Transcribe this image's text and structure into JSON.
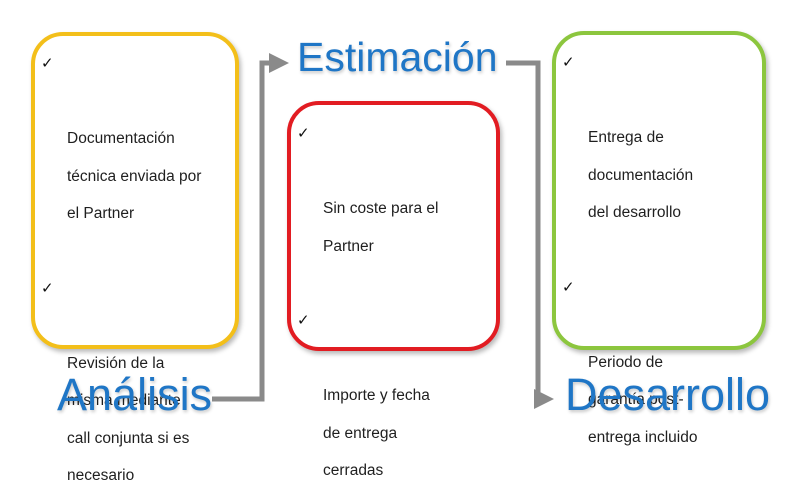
{
  "colors": {
    "stage_text": "#1f76c6",
    "analysis_border": "#f3bf1a",
    "estimation_border": "#e21c22",
    "development_border": "#8cc63e",
    "arrow": "#8a8a8a"
  },
  "stages": {
    "analysis": "Análisis",
    "estimation": "Estimación",
    "development": "Desarrollo"
  },
  "check_icon": "✓",
  "boxes": {
    "analysis": {
      "items": [
        "Documentación\ntécnica enviada por\nel Partner",
        "Revisión de la\nmisma mediante\ncall conjunta si es\nnecesario"
      ]
    },
    "estimation": {
      "items": [
        "Sin coste para el\nPartner",
        "Importe y fecha\nde entrega\ncerradas"
      ]
    },
    "development": {
      "items": [
        "Entrega de\ndocumentación\ndel desarrollo",
        "Periodo de\ngarantía post-\nentrega incluido"
      ]
    }
  }
}
